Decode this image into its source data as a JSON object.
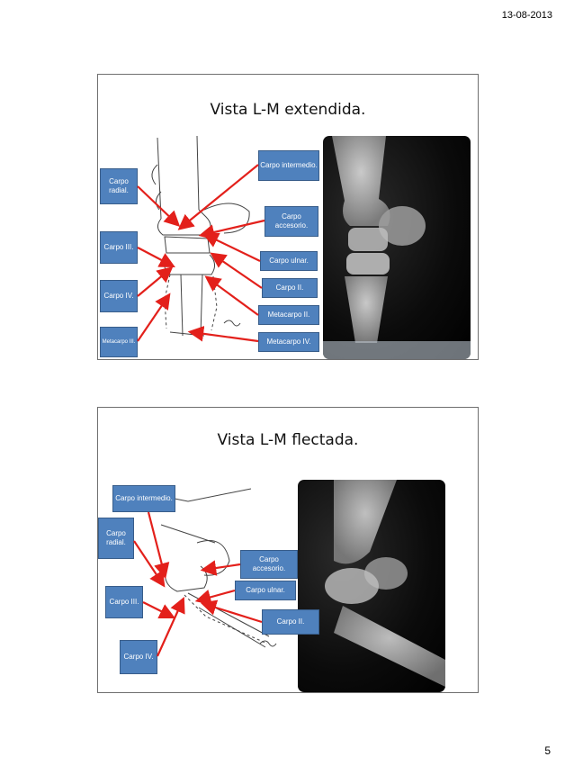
{
  "header": {
    "date": "13-08-2013"
  },
  "footer": {
    "page_number": "5"
  },
  "slides": [
    {
      "title": "Vista L-M extendida.",
      "labels": {
        "carpo_radial": "Carpo radial.",
        "carpo_iii": "Carpo III.",
        "carpo_iv": "Carpo IV.",
        "metacarpo_iii": "Metacarpo III.",
        "carpo_intermedio": "Carpo intermedio.",
        "carpo_accesorio": "Carpo accesorio.",
        "carpo_ulnar": "Carpo ulnar.",
        "carpo_ii": "Carpo II.",
        "metacarpo_ii": "Metacarpo II.",
        "metacarpo_iv": "Metacarpo IV."
      }
    },
    {
      "title": "Vista L-M flectada.",
      "labels": {
        "carpo_intermedio": "Carpo intermedio.",
        "carpo_radial": "Carpo radial.",
        "carpo_accesorio": "Carpo accesorio.",
        "carpo_ulnar": "Carpo ulnar.",
        "carpo_iii": "Carpo III.",
        "carpo_ii": "Carpo II.",
        "carpo_iv": "Carpo IV."
      }
    }
  ],
  "colors": {
    "label_fill": "#4f81bd",
    "arrow": "#e3201b"
  }
}
